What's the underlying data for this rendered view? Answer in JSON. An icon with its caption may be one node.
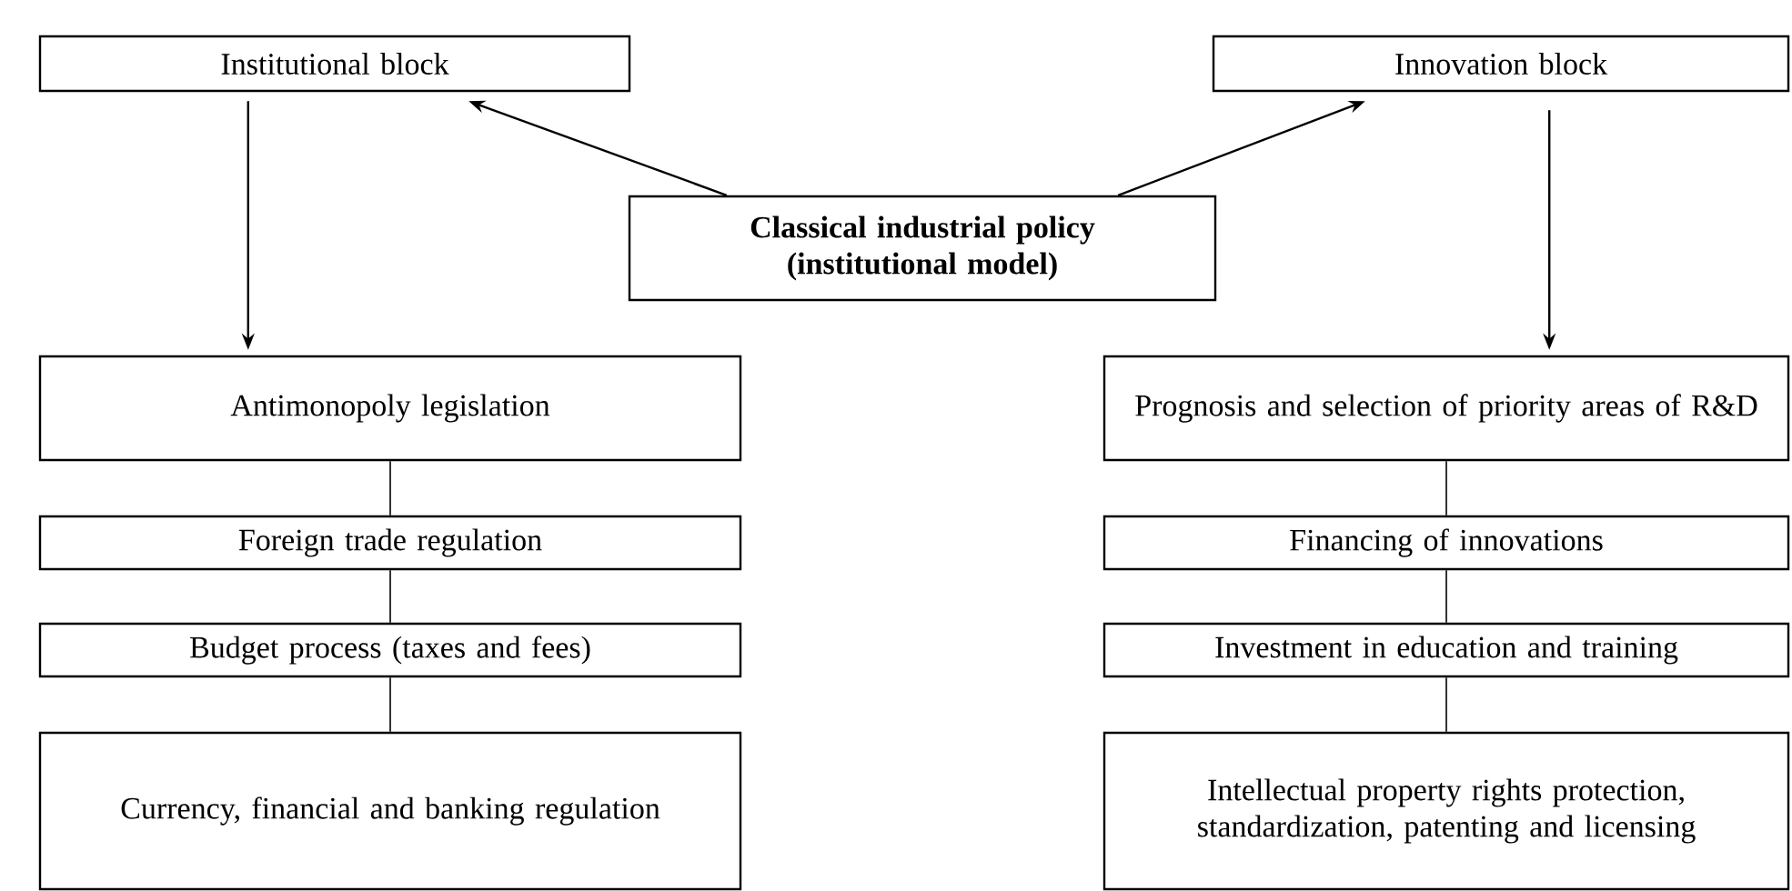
{
  "diagram": {
    "nodes": [
      {
        "text": [
          "Institutional block"
        ]
      },
      {
        "text": [
          "Innovation block"
        ]
      },
      {
        "text": [
          "Classical industrial policy (institutional model)"
        ]
      },
      {
        "text": [
          "Antimonopoly legislation"
        ]
      },
      {
        "text": [
          "Foreign trade regulation"
        ]
      },
      {
        "text": [
          "Budget process (taxes and fees)"
        ]
      },
      {
        "text": [
          "Currency, financial and banking regulation"
        ]
      },
      {
        "text": [
          "Prognosis and selection of priority areas of R&D"
        ]
      },
      {
        "text": [
          "Financing of innovations"
        ]
      },
      {
        "text": [
          "Investment in education and training"
        ]
      },
      {
        "text": [
          "Intellectual property rights protection, standardization, patenting and licensing"
        ]
      }
    ],
    "edges": [
      {
        "from": 2,
        "to": 0,
        "arrow": "to"
      },
      {
        "from": 2,
        "to": 1,
        "arrow": "to"
      },
      {
        "from": 0,
        "to": 3,
        "arrow": "to"
      },
      {
        "from": 3,
        "to": 4,
        "arrow": "none"
      },
      {
        "from": 4,
        "to": 5,
        "arrow": "none"
      },
      {
        "from": 5,
        "to": 6,
        "arrow": "none"
      },
      {
        "from": 1,
        "to": 7,
        "arrow": "to"
      },
      {
        "from": 7,
        "to": 8,
        "arrow": "none"
      },
      {
        "from": 8,
        "to": 9,
        "arrow": "none"
      },
      {
        "from": 9,
        "to": 10,
        "arrow": "none"
      }
    ]
  }
}
